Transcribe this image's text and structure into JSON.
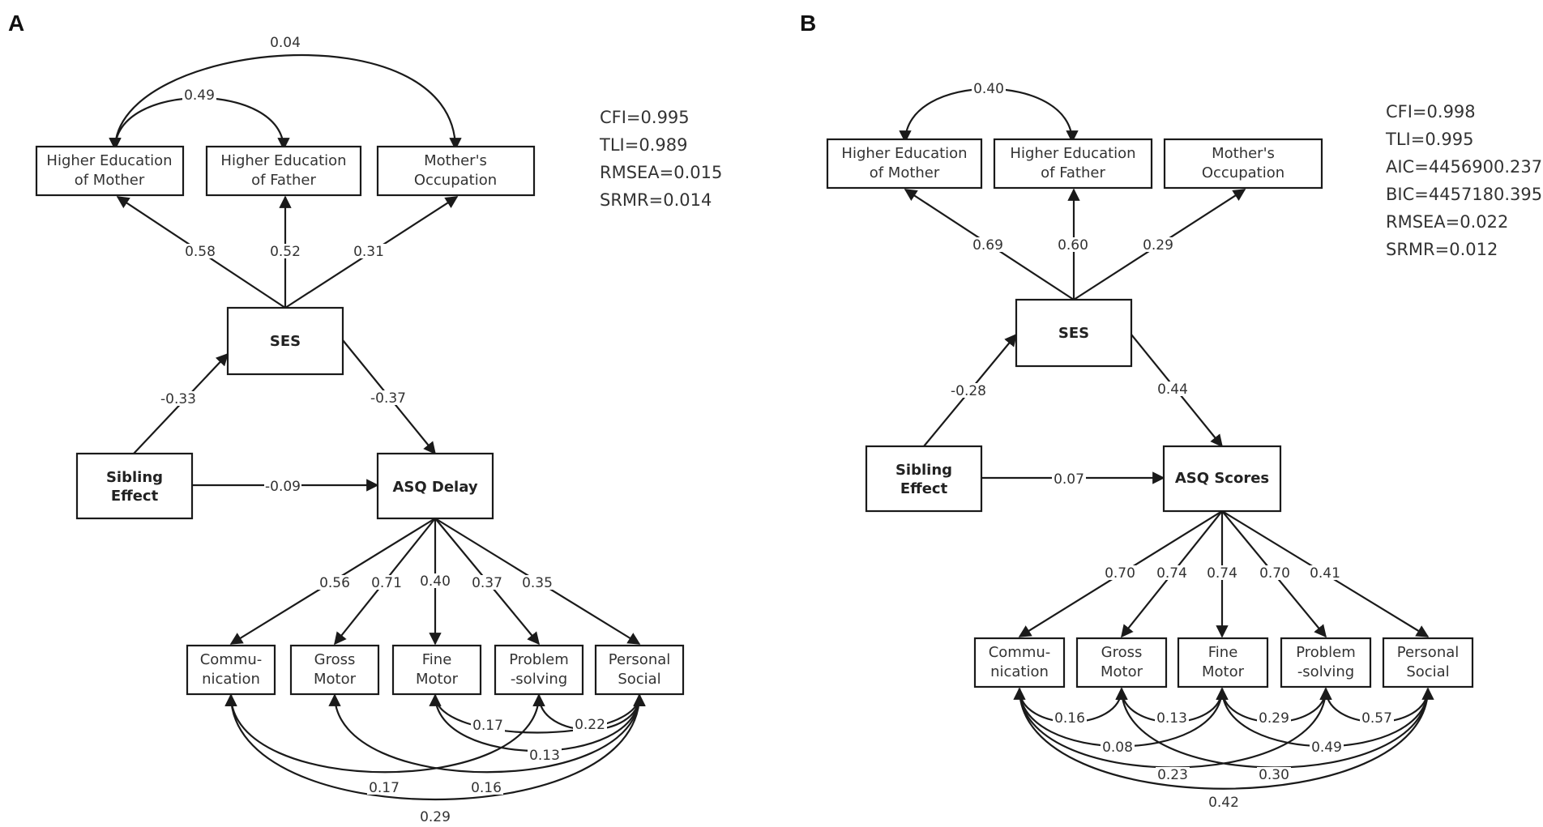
{
  "panelA": {
    "letter": "A",
    "nodes": {
      "edu_mother": [
        "Higher Education",
        "of Mother"
      ],
      "edu_father": [
        "Higher Education",
        "of Father"
      ],
      "mother_occ": [
        "Mother's",
        "Occupation"
      ],
      "ses": "SES",
      "sibling": [
        "Sibling",
        "Effect"
      ],
      "asq": "ASQ Delay",
      "communication": [
        "Commu-",
        "nication"
      ],
      "gross_motor": [
        "Gross",
        "Motor"
      ],
      "fine_motor": [
        "Fine",
        "Motor"
      ],
      "problem_solving": [
        "Problem",
        "-solving"
      ],
      "personal_social": [
        "Personal",
        "Social"
      ]
    },
    "coefficients": {
      "ses_edu_mother": "0.58",
      "ses_edu_father": "0.52",
      "ses_mother_occ": "0.31",
      "sibling_ses": "-0.33",
      "ses_asq": "-0.37",
      "sibling_asq": "-0.09",
      "asq_communication": "0.56",
      "asq_gross": "0.71",
      "asq_fine": "0.40",
      "asq_problem": "0.37",
      "asq_personal": "0.35",
      "cov_mother_father": "0.49",
      "cov_mother_occ": "0.04",
      "cov_fine_personal": "0.17",
      "cov_problem_personal": "0.22",
      "cov_fine_problem_ps": "0.13",
      "cov_comm_problem": "0.17",
      "cov_gross_personal": "0.16",
      "cov_comm_personal": "0.29"
    },
    "fit": [
      "CFI=0.995",
      "TLI=0.989",
      "RMSEA=0.015",
      "SRMR=0.014"
    ]
  },
  "panelB": {
    "letter": "B",
    "nodes": {
      "edu_mother": [
        "Higher Education",
        "of Mother"
      ],
      "edu_father": [
        "Higher Education",
        "of Father"
      ],
      "mother_occ": [
        "Mother's",
        "Occupation"
      ],
      "ses": "SES",
      "sibling": [
        "Sibling",
        "Effect"
      ],
      "asq": "ASQ Scores",
      "communication": [
        "Commu-",
        "nication"
      ],
      "gross_motor": [
        "Gross",
        "Motor"
      ],
      "fine_motor": [
        "Fine",
        "Motor"
      ],
      "problem_solving": [
        "Problem",
        "-solving"
      ],
      "personal_social": [
        "Personal",
        "Social"
      ]
    },
    "coefficients": {
      "ses_edu_mother": "0.69",
      "ses_edu_father": "0.60",
      "ses_mother_occ": "0.29",
      "sibling_ses": "-0.28",
      "ses_asq": "0.44",
      "sibling_asq": "0.07",
      "asq_communication": "0.70",
      "asq_gross": "0.74",
      "asq_fine": "0.74",
      "asq_problem": "0.70",
      "asq_personal": "0.41",
      "cov_mother_father": "0.40",
      "cov_comm_gross": "0.16",
      "cov_gross_fine": "0.13",
      "cov_fine_problem": "0.29",
      "cov_problem_personal": "0.57",
      "cov_comm_fine": "0.08",
      "cov_fine_personal": "0.49",
      "cov_comm_problem": "0.23",
      "cov_gross_personal": "0.30",
      "cov_comm_personal": "0.42"
    },
    "fit": [
      "CFI=0.998",
      "TLI=0.995",
      "AIC=4456900.237",
      "BIC=4457180.395",
      "RMSEA=0.022",
      "SRMR=0.012"
    ]
  }
}
